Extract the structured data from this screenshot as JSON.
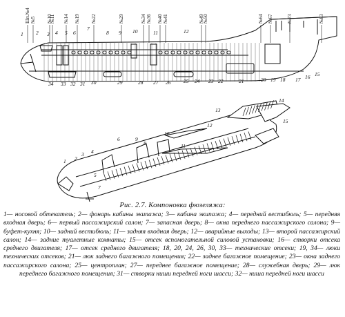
{
  "frame_labels": [
    "Шп.№4",
    "№5",
    "№10",
    "№11",
    "№14",
    "№19",
    "№22",
    "№29",
    "№34",
    "№36",
    "№40",
    "№41",
    "№49",
    "№50",
    "№64",
    "№67",
    "№73",
    "№83"
  ],
  "top_callouts": [
    "1",
    "2",
    "3",
    "4",
    "5",
    "6",
    "7",
    "8",
    "9",
    "10",
    "11",
    "12"
  ],
  "bottom_callouts": [
    "34",
    "33",
    "32",
    "31",
    "30",
    "29",
    "28",
    "27",
    "26",
    "25",
    "24",
    "23",
    "22",
    "21",
    "20",
    "19",
    "18",
    "17",
    "16",
    "15"
  ],
  "cutaway_callouts": [
    "1",
    "2",
    "3",
    "4",
    "5",
    "6",
    "7",
    "8",
    "9",
    "10",
    "11",
    "12",
    "13",
    "14",
    "15"
  ],
  "caption": {
    "title": "Рис. 2.7. Компоновка фюзеляжа:",
    "legend": "1— носовой обтекатель; 2— фонарь кабины экипажа; 3— кабина экипажа; 4— передний вестибюль; 5— передняя входная дверь; 6— первый пассажирский салон; 7— запасная дверь; 8— окна переднего пассажирского салона; 9— буфет-кухня; 10— задний вестибюль; 11— задняя входная дверь; 12— аварийные выходы; 13— второй пассажирский салон; 14— задние туалетные комнаты; 15— отсек вспомогательной силовой установки; 16— створки отсека среднего двигателя; 17— отсек среднего двигателя; 18, 20, 24, 26, 30, 33— технические отсеки; 19, 34— люки технических отсеков; 21— люк заднего багажного помещения; 22— заднее багажное помещение; 23— окна заднего пассажирского салона; 25— центроплан; 27— переднее багажное помещение; 28— служебная дверь; 29— люк переднего багажного помещения; 31— створки ниши передней ноги шасси; 32— ниша передней ноги шасси"
  }
}
